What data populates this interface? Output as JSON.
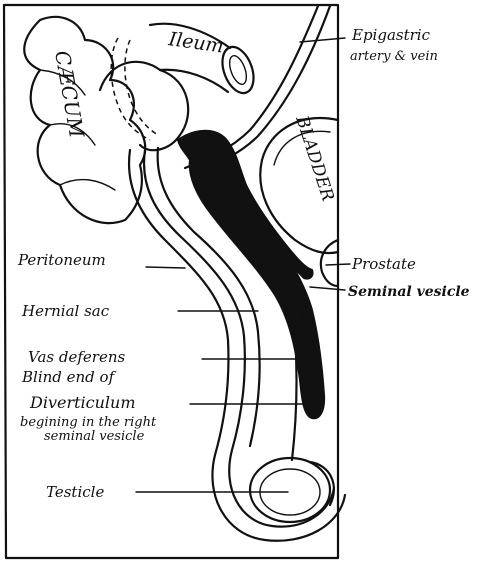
{
  "labels": {
    "cecum": "CÆCUM",
    "ileum": "Ileum",
    "bladder": "BLADDER",
    "epigastric_line1": "Epigastric",
    "epigastric_line2": "artery & vein",
    "prostate": "Prostate",
    "seminal_vesicle": "Seminal vesicle",
    "peritoneum": "Peritoneum",
    "hernial_sac": "Hernial sac",
    "vas_deferens": "Vas deferens",
    "blind_end": "Blind end of",
    "diverticulum": "Diverticulum",
    "diverticulum_line2": "begining in the right",
    "diverticulum_line3": "seminal vesicle",
    "testicle": "Testicle"
  },
  "colors": {
    "ink": "#111111",
    "paper": "#ffffff"
  }
}
